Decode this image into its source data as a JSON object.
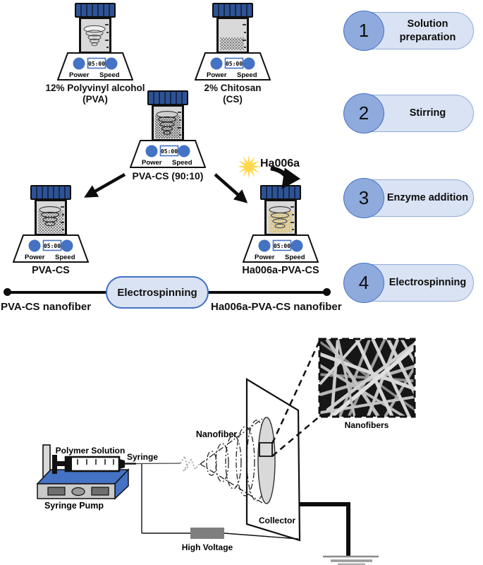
{
  "steps": [
    {
      "number": "1",
      "label": "Solution preparation"
    },
    {
      "number": "2",
      "label": "Stirring"
    },
    {
      "number": "3",
      "label": "Enzyme addition"
    },
    {
      "number": "4",
      "label": "Electrospinning"
    }
  ],
  "stations": {
    "pva": {
      "line1": "12% Polyvinyl alcohol",
      "line2": "(PVA)"
    },
    "cs": {
      "line1": "2% Chitosan",
      "line2": "(CS)"
    },
    "mix": {
      "line1": "PVA-CS (90:10)"
    },
    "pvacs": {
      "line1": "PVA-CS"
    },
    "ha": {
      "line1": "Ha006a-PVA-CS"
    }
  },
  "stirrer": {
    "power_label": "Power",
    "speed_label": "Speed",
    "timer": "05:00"
  },
  "enzyme": {
    "label": "Ha006a"
  },
  "flow": {
    "electrospinning": "Electrospinning",
    "left_product": "PVA-CS nanofiber",
    "right_product": "Ha006a-PVA-CS nanofiber"
  },
  "setup": {
    "polymer_solution": "Polymer Solution",
    "syringe": "Syringe",
    "syringe_pump": "Syringe Pump",
    "nanofiber": "Nanofiber",
    "collector": "Collector",
    "high_voltage": "High Voltage",
    "nanofibers_inset": "Nanofibers"
  },
  "colors": {
    "cap_blue": "#2e5395",
    "accent_blue": "#4472c4",
    "pill_fill": "#dae3f3",
    "circle_fill": "#8faadc",
    "vial_body": "#d9d9d9",
    "enzyme_star": "#ffd84d",
    "hv_box": "#7f7f7f"
  }
}
